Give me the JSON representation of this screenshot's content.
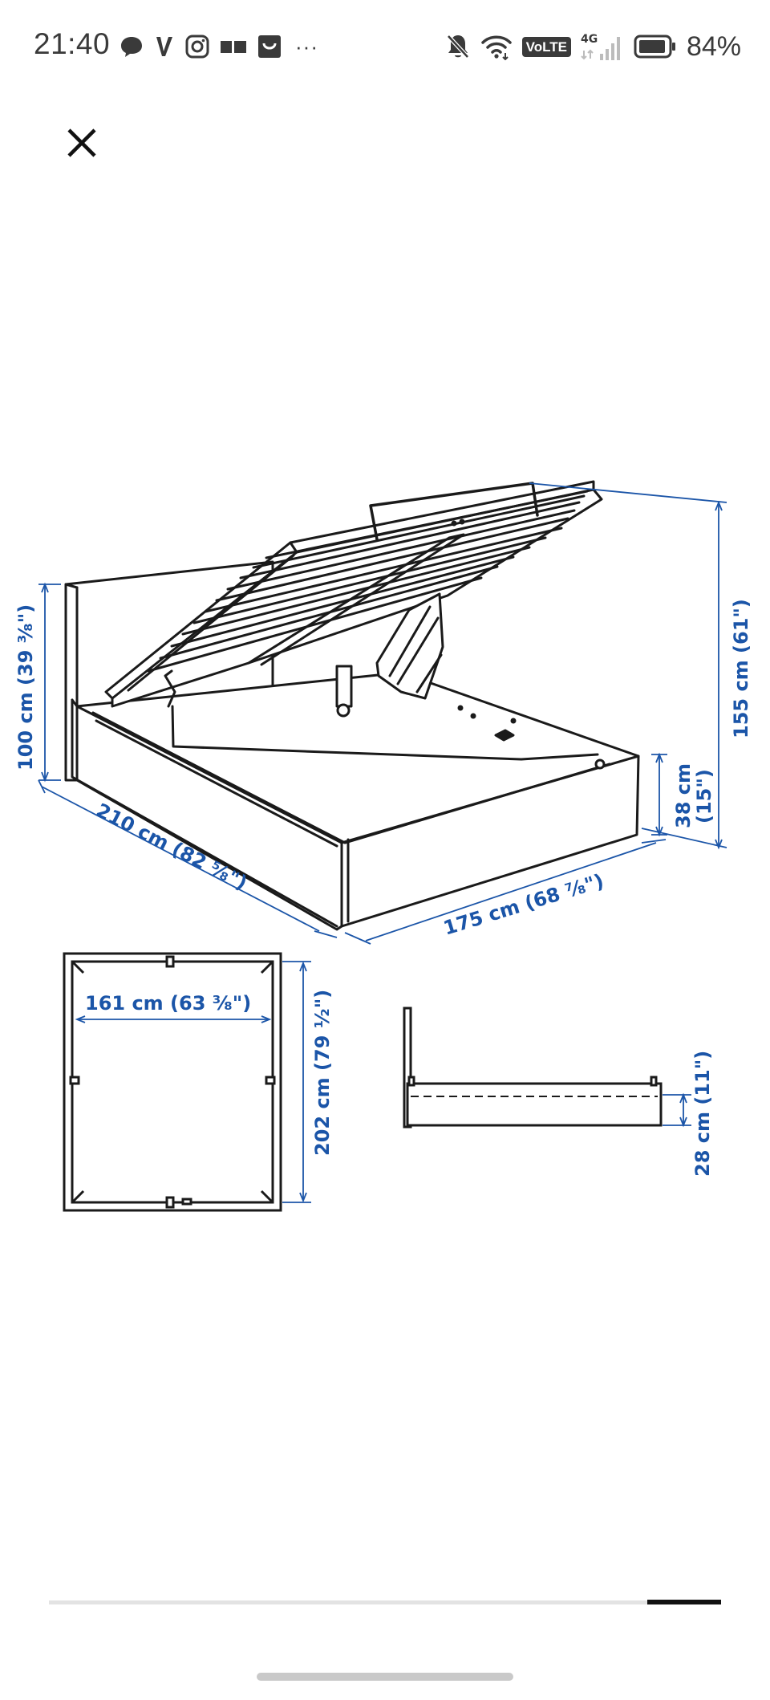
{
  "status_bar": {
    "time": "21:40",
    "network": "4G",
    "volte": "VoLTE",
    "battery": "84%",
    "more": "···"
  },
  "icons": {
    "close": "close-icon",
    "chat": "chat-bubble-icon",
    "app_v": "v-app-icon",
    "instagram": "instagram-icon",
    "reader": "reader-app-icon",
    "shop": "shopping-bag-icon",
    "mute": "notifications-off-icon",
    "wifi": "wifi-icon",
    "signal": "cellular-signal-icon",
    "battery": "battery-icon"
  },
  "dimensions": {
    "headboard_height": "100 cm (39 ³⁄₈\")",
    "total_height": "155 cm (61\")",
    "length": "210 cm (82 ⁵⁄₈\")",
    "width": "175 cm (68 ⁷⁄₈\")",
    "side_height_cm": "38 cm",
    "side_height_in": "(15\")",
    "inner_width": "161 cm (63 ³⁄₈\")",
    "inner_length": "202 cm (79 ¹⁄₂\")",
    "clearance": "28 cm (11\")"
  },
  "colors": {
    "dimension": "#1b55a8",
    "line": "#1a1a1a"
  },
  "gallery": {
    "active_page": "last"
  }
}
